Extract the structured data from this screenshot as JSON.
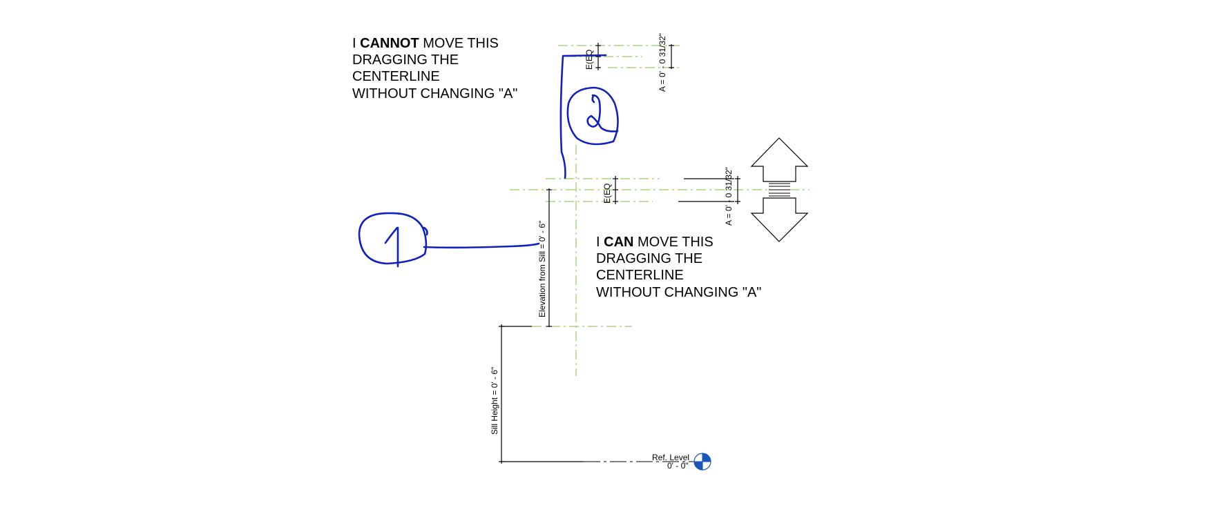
{
  "colors": {
    "reference_plane": "#7ac142",
    "ink": "#1020c0",
    "dimension": "#000000",
    "level_marker": "#1a56b8"
  },
  "notes": {
    "cannot": {
      "line1_prefix": "I ",
      "line1_bold": "CANNOT",
      "line1_suffix": " MOVE THIS",
      "line2": "DRAGGING THE",
      "line3": "CENTERLINE",
      "line4": "WITHOUT CHANGING \"A\""
    },
    "can": {
      "line1_prefix": "I ",
      "line1_bold": "CAN",
      "line1_suffix": " MOVE THIS",
      "line2": "DRAGGING THE",
      "line3": "CENTERLINE",
      "line4": "WITHOUT CHANGING \"A\""
    }
  },
  "dimensions": {
    "top_eq": "E(EQ",
    "top_a": "A = 0' - 0 31/32\"",
    "mid_eq": "E(EQ",
    "mid_a": "A = 0' - 0 31/32\"",
    "elevation_from_sill": "Elevation from Sill = 0' - 6\"",
    "sill_height": "Sill Height = 0' - 6\""
  },
  "level": {
    "name": "Ref. Level",
    "elevation": "0' - 0\""
  },
  "handwriting": {
    "label_one": "1",
    "label_two": "2"
  },
  "icons": {
    "move_arrow": "double-arrow-icon",
    "level_head": "level-marker-icon"
  }
}
